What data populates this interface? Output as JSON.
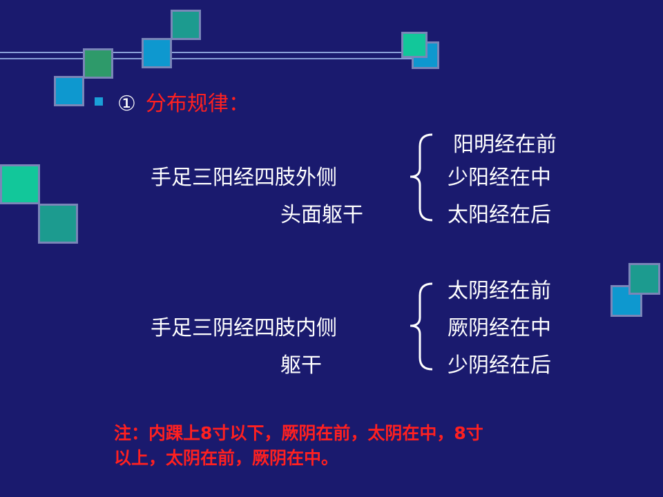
{
  "heading": {
    "number": "①",
    "label": "分布规律："
  },
  "yang_group": {
    "left_lines": [
      "手足三阳经四肢外侧",
      "头面躯干"
    ],
    "right_lines": [
      "阳明经在前",
      "少阳经在中",
      "太阳经在后"
    ]
  },
  "yin_group": {
    "left_lines": [
      "手足三阴经四肢内侧",
      "躯干"
    ],
    "right_lines": [
      "太阴经在前",
      "厥阴经在中",
      "少阴经在后"
    ]
  },
  "note": {
    "line1": "注：内踝上8寸以下，厥阴在前，太阴在中，8寸",
    "line2": "以上，太阴在前，厥阴在中。"
  },
  "colors": {
    "background": "#1a1a6e",
    "accent_red": "#ff2020",
    "text": "#ffffff"
  }
}
